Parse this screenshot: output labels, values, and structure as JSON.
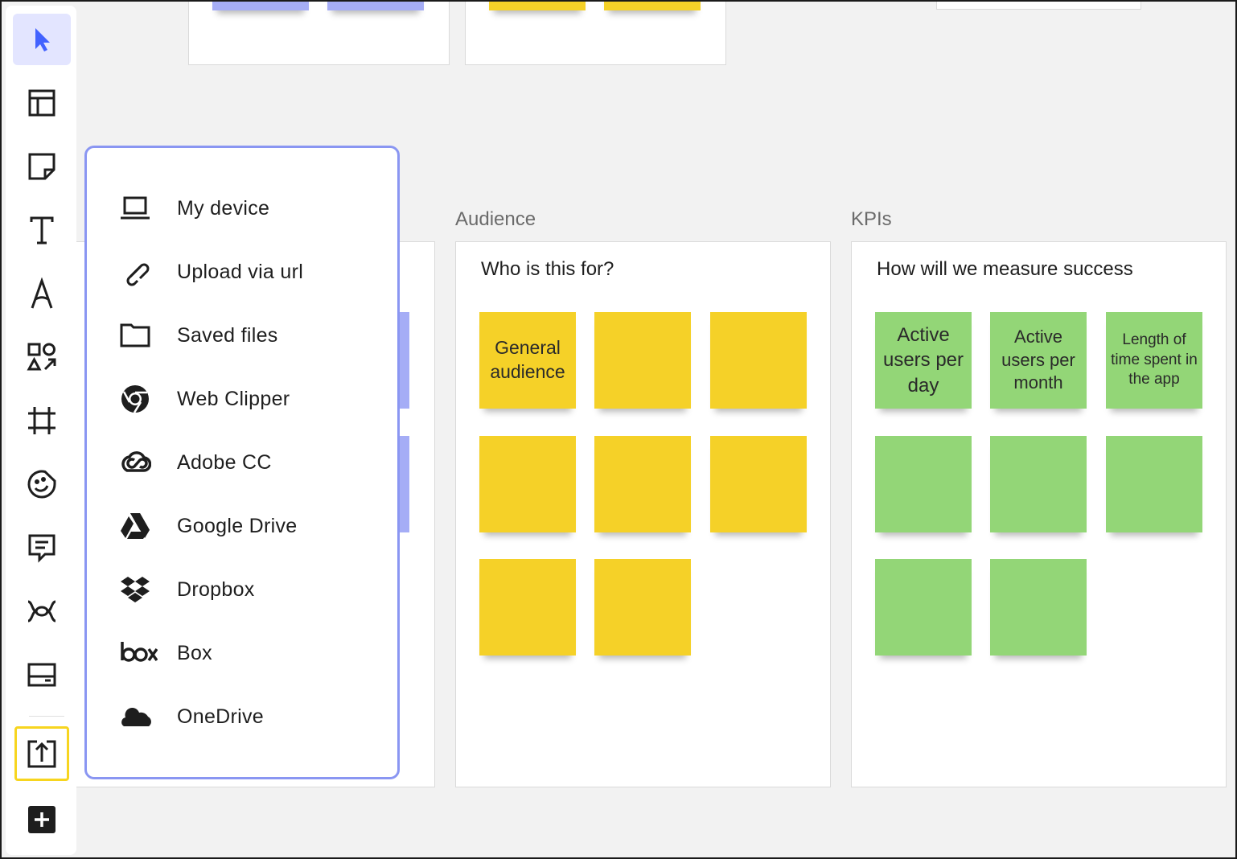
{
  "toolbar": {
    "tools": [
      {
        "name": "select-tool",
        "icon": "cursor-icon"
      },
      {
        "name": "templates-tool",
        "icon": "layout-icon"
      },
      {
        "name": "sticky-note-tool",
        "icon": "sticky-note-icon"
      },
      {
        "name": "text-tool",
        "icon": "text-icon"
      },
      {
        "name": "pen-tool",
        "icon": "pen-icon"
      },
      {
        "name": "shapes-tool",
        "icon": "shapes-icon"
      },
      {
        "name": "frame-tool",
        "icon": "frame-icon"
      },
      {
        "name": "emoji-tool",
        "icon": "emoji-icon"
      },
      {
        "name": "comment-tool",
        "icon": "comment-icon"
      },
      {
        "name": "mindmap-tool",
        "icon": "mindmap-icon"
      },
      {
        "name": "card-tool",
        "icon": "card-icon"
      },
      {
        "name": "upload-tool",
        "icon": "upload-icon"
      },
      {
        "name": "more-tools",
        "icon": "plus-icon"
      }
    ],
    "accent": "#4262ff"
  },
  "upload_menu": {
    "border_color": "#8a96f2",
    "items": [
      {
        "label": "My device",
        "icon": "laptop-icon"
      },
      {
        "label": "Upload via url",
        "icon": "link-icon"
      },
      {
        "label": "Saved files",
        "icon": "folder-icon"
      },
      {
        "label": "Web Clipper",
        "icon": "chrome-icon"
      },
      {
        "label": "Adobe CC",
        "icon": "adobe-cc-icon"
      },
      {
        "label": "Google Drive",
        "icon": "google-drive-icon"
      },
      {
        "label": "Dropbox",
        "icon": "dropbox-icon"
      },
      {
        "label": "Box",
        "icon": "box-icon"
      },
      {
        "label": "OneDrive",
        "icon": "onedrive-icon"
      }
    ]
  },
  "frames": {
    "audience": {
      "label": "Audience",
      "heading": "Who is this for?",
      "sticky_color": "#f5d128",
      "stickies": [
        "General audience",
        "",
        "",
        "",
        "",
        "",
        "",
        ""
      ]
    },
    "kpis": {
      "label": "KPIs",
      "heading": "How will we measure success",
      "sticky_color": "#93d677",
      "stickies": [
        "Active users per day",
        "Active users per month",
        "Length of time spent in the app",
        "",
        "",
        "",
        "",
        ""
      ]
    }
  }
}
